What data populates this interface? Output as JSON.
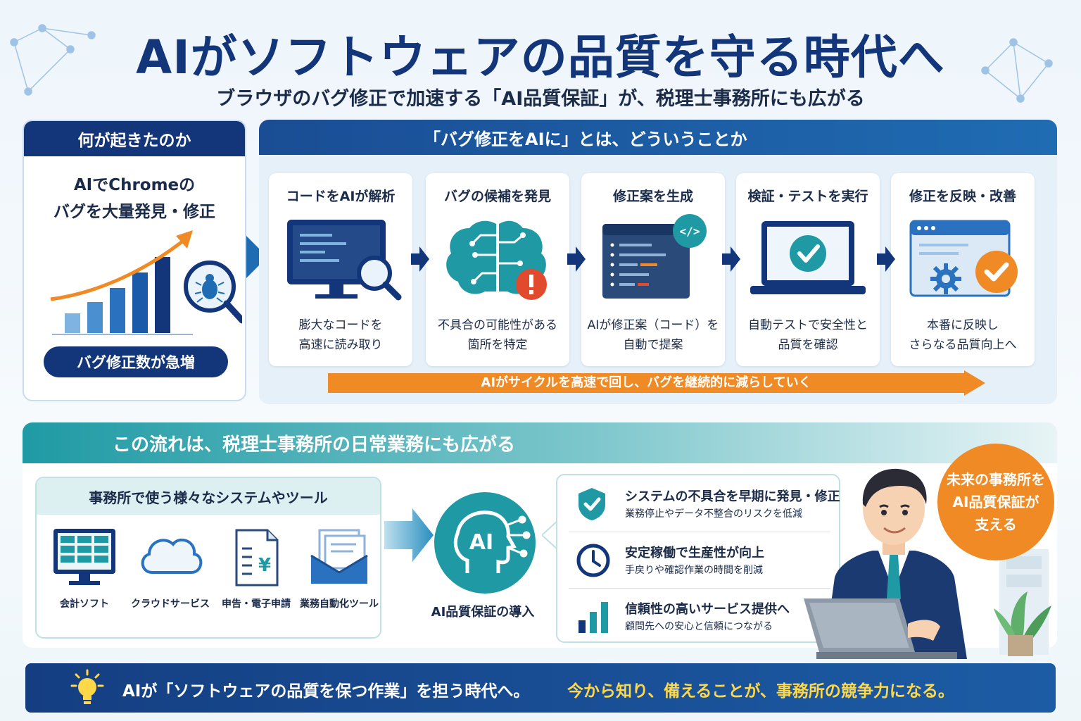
{
  "header": {
    "title": "AIがソフトウェアの品質を守る時代へ",
    "subtitle": "ブラウザのバグ修正で加速する「AI品質保証」が、税理士事務所にも広がる"
  },
  "what_happened": {
    "heading": "何が起きたのか",
    "line1": "AIでChromeの",
    "line2": "バグを大量発見・修正",
    "badge": "バグ修正数が急増"
  },
  "process": {
    "heading": "「バグ修正をAIに」とは、どういうことか",
    "steps": [
      {
        "title": "コードをAIが解析",
        "desc1": "膨大なコードを",
        "desc2": "高速に読み取り",
        "icon": "monitor-search-icon"
      },
      {
        "title": "バグの候補を発見",
        "desc1": "不具合の可能性がある",
        "desc2": "箇所を特定",
        "icon": "brain-alert-icon"
      },
      {
        "title": "修正案を生成",
        "desc1": "AIが修正案（コード）を",
        "desc2": "自動で提案",
        "icon": "code-window-icon"
      },
      {
        "title": "検証・テストを実行",
        "desc1": "自動テストで安全性と",
        "desc2": "品質を確認",
        "icon": "laptop-check-icon"
      },
      {
        "title": "修正を反映・改善",
        "desc1": "本番に反映し",
        "desc2": "さらなる品質向上へ",
        "icon": "browser-gear-check-icon"
      }
    ],
    "cycle_banner": "AIがサイクルを高速で回し、バグを継続的に減らしていく"
  },
  "office": {
    "heading": "この流れは、税理士事務所の日常業務にも広がる",
    "tools_heading": "事務所で使う様々なシステムやツール",
    "tools": [
      {
        "label": "会計ソフト",
        "icon": "spreadsheet-monitor-icon"
      },
      {
        "label": "クラウドサービス",
        "icon": "cloud-icon"
      },
      {
        "label": "申告・電子申請",
        "icon": "yen-document-icon"
      },
      {
        "label": "業務自動化ツール",
        "icon": "mail-documents-icon"
      }
    ],
    "ai_label": "AI品質保証の導入",
    "ai_icon_text": "AI",
    "benefits": [
      {
        "title": "システムの不具合を早期に発見・修正",
        "sub": "業務停止やデータ不整合のリスクを低減",
        "icon": "shield-check-icon"
      },
      {
        "title": "安定稼働で生産性が向上",
        "sub": "手戻りや確認作業の時間を削減",
        "icon": "clock-icon"
      },
      {
        "title": "信頼性の高いサービス提供へ",
        "sub": "顧問先への安心と信頼につながる",
        "icon": "bar-chart-icon"
      }
    ],
    "future": {
      "line1": "未来の事務所を",
      "line2": "AI品質保証が",
      "line3": "支える"
    }
  },
  "footer": {
    "text_a": "AIが「ソフトウェアの品質を保つ作業」を担う時代へ。",
    "text_b": "今から知り、備えることが、事務所の競争力になる。"
  },
  "colors": {
    "navy": "#13357a",
    "blue": "#1f6cb3",
    "teal": "#1f9aa4",
    "orange": "#f08a24",
    "yellow": "#ffd84a"
  }
}
